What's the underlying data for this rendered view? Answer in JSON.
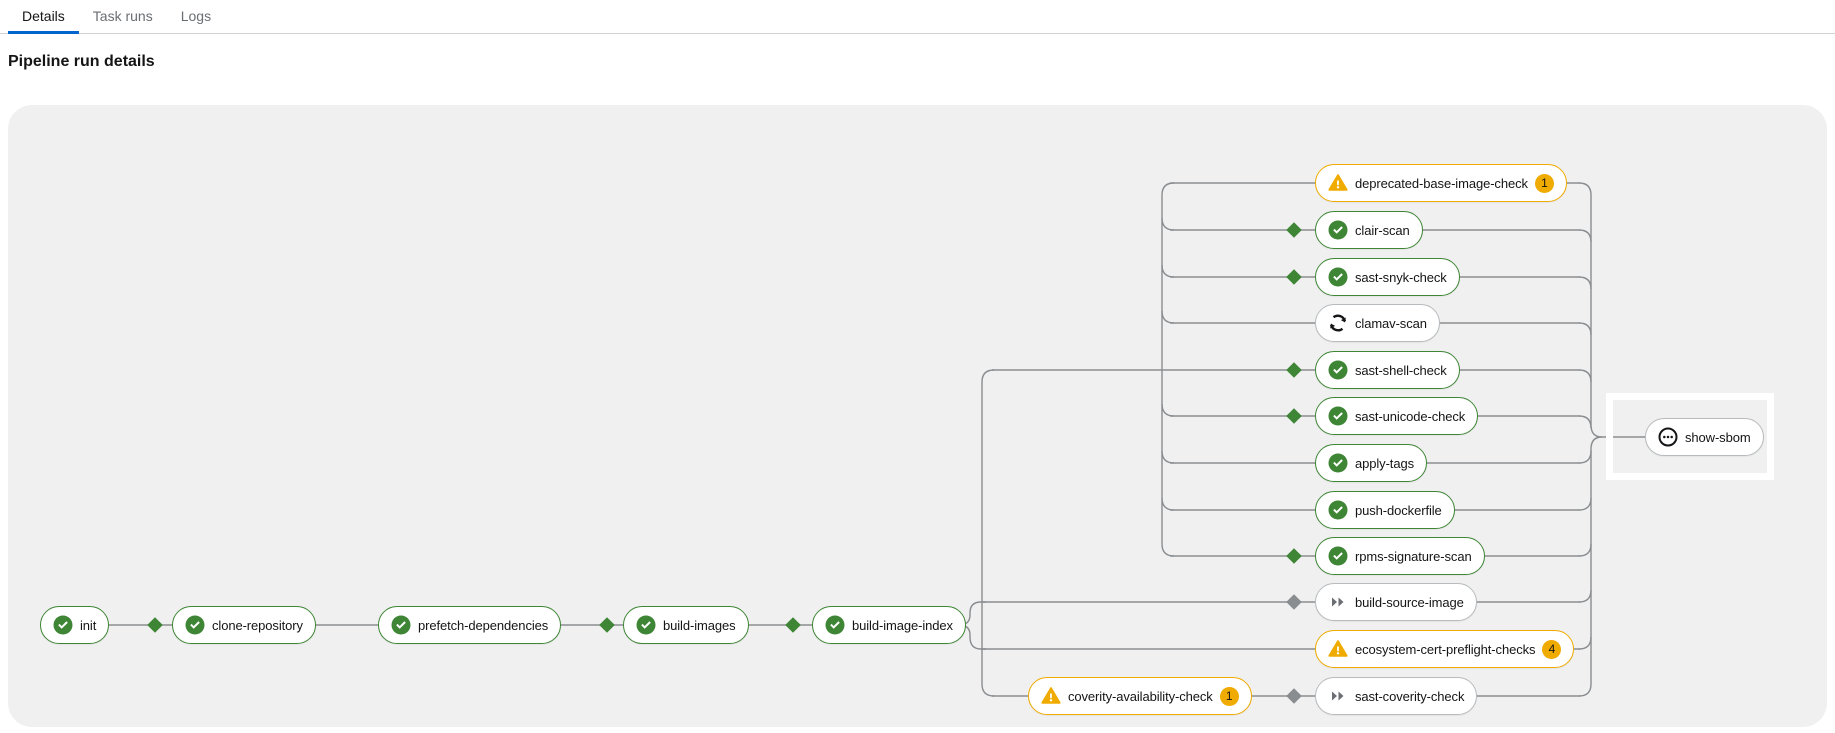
{
  "tab_bar": {
    "tabs": [
      {
        "label": "Details",
        "active": true
      },
      {
        "label": "Task runs",
        "active": false
      },
      {
        "label": "Logs",
        "active": false
      }
    ]
  },
  "page": {
    "heading": "Pipeline run details"
  },
  "colors": {
    "success_green": "#3e8635",
    "warning_gold": "#f0ab00",
    "skipped_gray": "#6a6e73",
    "edge_gray": "#8a8d90",
    "canvas_background": "#f0f0f0",
    "tab_active_underline": "#0066cc"
  },
  "pipeline": {
    "nodes": [
      {
        "id": "init",
        "label": "init",
        "status": "success"
      },
      {
        "id": "clone-repository",
        "label": "clone-repository",
        "status": "success"
      },
      {
        "id": "prefetch-dependencies",
        "label": "prefetch-dependencies",
        "status": "success"
      },
      {
        "id": "build-images",
        "label": "build-images",
        "status": "success"
      },
      {
        "id": "build-image-index",
        "label": "build-image-index",
        "status": "success"
      },
      {
        "id": "deprecated-base-image-check",
        "label": "deprecated-base-image-check",
        "status": "warning",
        "badge": "1"
      },
      {
        "id": "clair-scan",
        "label": "clair-scan",
        "status": "success"
      },
      {
        "id": "sast-snyk-check",
        "label": "sast-snyk-check",
        "status": "success"
      },
      {
        "id": "clamav-scan",
        "label": "clamav-scan",
        "status": "running"
      },
      {
        "id": "sast-shell-check",
        "label": "sast-shell-check",
        "status": "success"
      },
      {
        "id": "sast-unicode-check",
        "label": "sast-unicode-check",
        "status": "success"
      },
      {
        "id": "apply-tags",
        "label": "apply-tags",
        "status": "success"
      },
      {
        "id": "push-dockerfile",
        "label": "push-dockerfile",
        "status": "success"
      },
      {
        "id": "rpms-signature-scan",
        "label": "rpms-signature-scan",
        "status": "success"
      },
      {
        "id": "build-source-image",
        "label": "build-source-image",
        "status": "skipped"
      },
      {
        "id": "ecosystem-cert-preflight-checks",
        "label": "ecosystem-cert-preflight-checks",
        "status": "warning",
        "badge": "4"
      },
      {
        "id": "coverity-availability-check",
        "label": "coverity-availability-check",
        "status": "warning",
        "badge": "1"
      },
      {
        "id": "sast-coverity-check",
        "label": "sast-coverity-check",
        "status": "skipped"
      },
      {
        "id": "show-sbom",
        "label": "show-sbom",
        "status": "pending",
        "selected": true
      }
    ]
  }
}
